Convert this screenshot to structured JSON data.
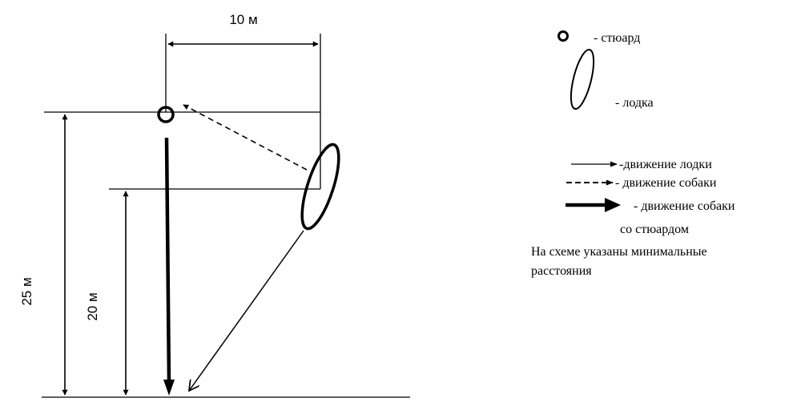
{
  "dimensions": {
    "top_width": "10 м",
    "left_total": "25 м",
    "inner_height": "20 м"
  },
  "legend": {
    "steward": "- стюард",
    "boat": "- лодка",
    "boat_motion": "-движение лодки",
    "dog_motion": "-  движение собаки",
    "dog_with_steward_line1": "- движение собаки",
    "dog_with_steward_line2": "со стюардом"
  },
  "note": {
    "line1": "На схеме указаны минимальные",
    "line2": "расстояния"
  },
  "colors": {
    "ink": "#000000",
    "background": "#ffffff"
  }
}
